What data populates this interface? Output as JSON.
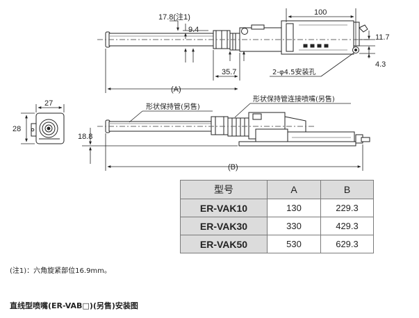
{
  "dimensions": {
    "d_17_8": "17.8(注1)",
    "d_9_4": "9.4",
    "d_100": "100",
    "d_11_7": "11.7",
    "d_4_3": "4.3",
    "d_35_7": "35.7",
    "d_A": "(A)",
    "d_27": "27",
    "d_28": "28",
    "d_18_8": "18.8",
    "d_B": "(B)"
  },
  "labels": {
    "mounting_hole": "2-φ4.5安装孔",
    "tube": "形状保持管(另售)",
    "tube_nozzle": "形状保持管连接喷嘴(另售)"
  },
  "table": {
    "headers": [
      "型号",
      "A",
      "B"
    ],
    "rows": [
      {
        "model": "ER-VAK10",
        "a": "130",
        "b": "229.3"
      },
      {
        "model": "ER-VAK30",
        "a": "330",
        "b": "429.3"
      },
      {
        "model": "ER-VAK50",
        "a": "530",
        "b": "629.3"
      }
    ]
  },
  "note": "(注1)：六角旋紧部位16.9mm。",
  "caption": "直线型喷嘴(ER-VAB□)(另售)安装图"
}
